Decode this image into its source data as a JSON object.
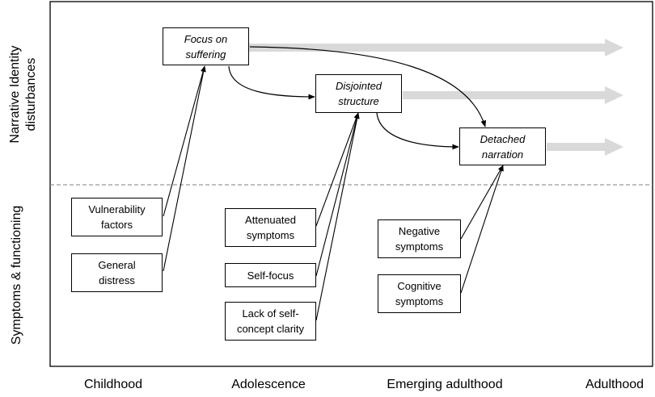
{
  "axes": {
    "y_upper": "Narrative Identity\ndisturbances",
    "y_lower": "Symptoms & functioning",
    "x_stages": [
      "Childhood",
      "Adolescence",
      "Emerging adulthood",
      "Adulthood"
    ]
  },
  "narrative_boxes": {
    "focus_on_suffering": "Focus on\nsuffering",
    "disjointed_structure": "Disjointed\nstructure",
    "detached_narration": "Detached\nnarration"
  },
  "symptom_boxes": {
    "vulnerability_factors": "Vulnerability\nfactors",
    "general_distress": "General\ndistress",
    "attenuated_symptoms": "Attenuated\nsymptoms",
    "self_focus": "Self-focus",
    "lack_of_self_concept_clarity": "Lack of self-\nconcept clarity",
    "negative_symptoms": "Negative\nsymptoms",
    "cognitive_symptoms": "Cognitive\nsymptoms"
  },
  "colors": {
    "frame": "#000000",
    "trend_arrow": "#d9d9d9",
    "divider": "#7f7f7f"
  }
}
